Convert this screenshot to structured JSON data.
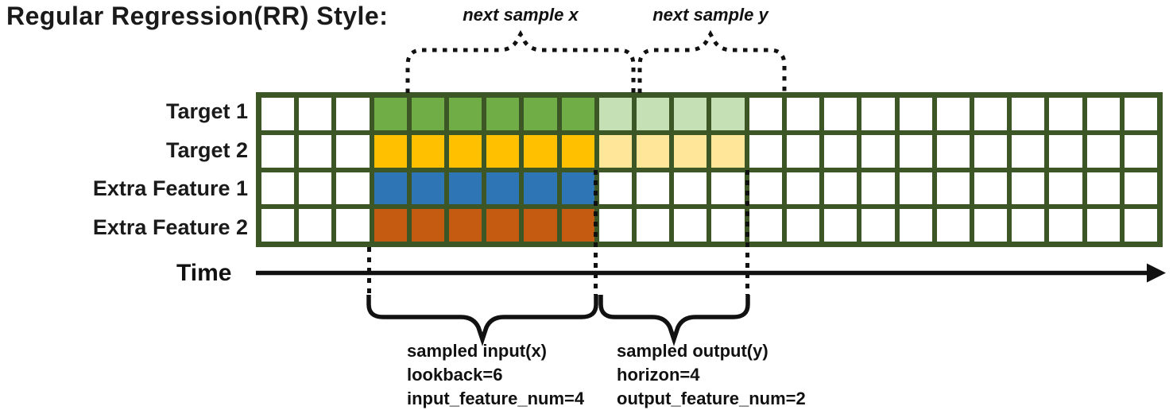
{
  "title": "Regular Regression(RR) Style:",
  "colors": {
    "grid_border": "#3C5626",
    "annotation_black": "#111111",
    "lookback_green": "#70AD47",
    "horizon_green": "#C5E0B4",
    "lookback_yellow": "#FFC000",
    "horizon_yellow": "#FFE699",
    "lookback_blue": "#2E75B6",
    "lookback_orange": "#C55A11",
    "empty_cell": "#FFFFFF"
  },
  "grid": {
    "total_columns": 24,
    "num_rows": 4,
    "lookback_start_col": 3,
    "lookback_length": 6,
    "horizon_length": 4,
    "rows": [
      {
        "label": "Target 1",
        "lookback_color": "#70AD47",
        "horizon_color": "#C5E0B4"
      },
      {
        "label": "Target 2",
        "lookback_color": "#FFC000",
        "horizon_color": "#FFE699"
      },
      {
        "label": "Extra Feature 1",
        "lookback_color": "#2E75B6",
        "horizon_color": null
      },
      {
        "label": "Extra Feature 2",
        "lookback_color": "#C55A11",
        "horizon_color": null
      }
    ]
  },
  "annotations": {
    "next_sample_x": "next sample x",
    "next_sample_y": "next sample y",
    "time": "Time",
    "input": {
      "line1": "sampled input(x)",
      "line2": "lookback=6",
      "line3": "input_feature_num=4"
    },
    "output": {
      "line1": "sampled output(y)",
      "line2": "horizon=4",
      "line3": "output_feature_num=2"
    }
  },
  "sample_params": {
    "lookback": 6,
    "horizon": 4,
    "input_feature_num": 4,
    "output_feature_num": 2
  }
}
